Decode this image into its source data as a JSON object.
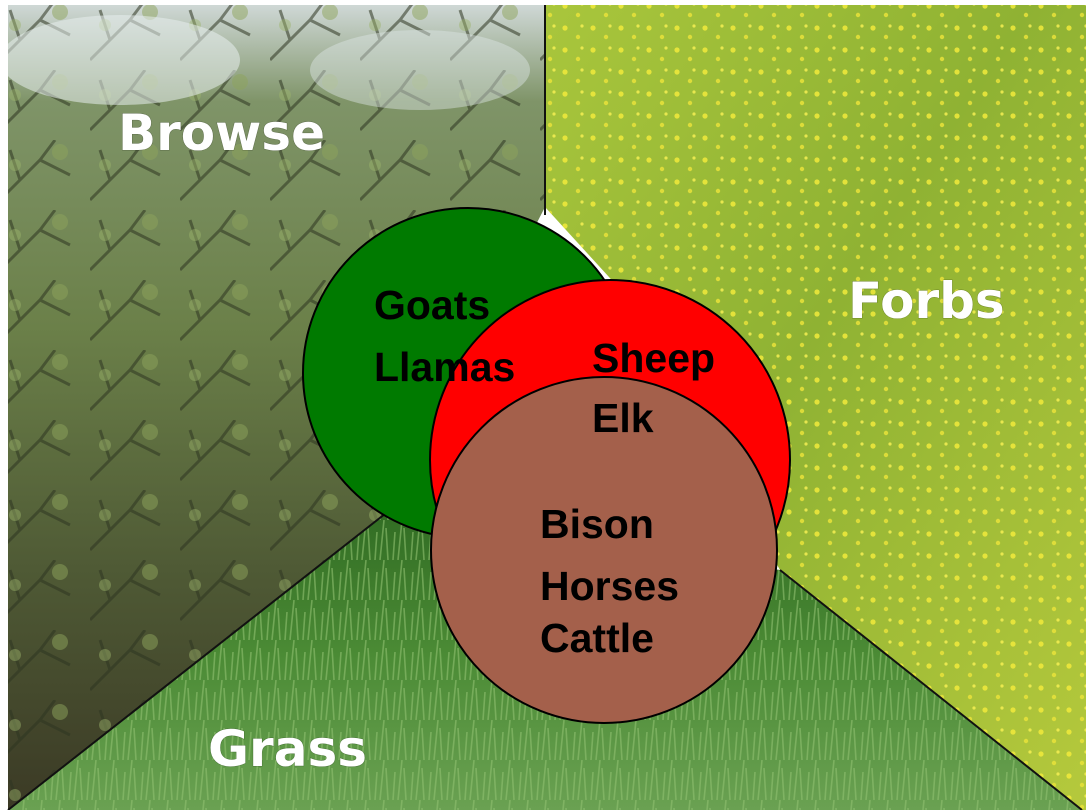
{
  "regions": {
    "browse": "Browse",
    "forbs": "Forbs",
    "grass": "Grass"
  },
  "circles": {
    "green": {
      "lines": [
        "Goats",
        "Llamas"
      ],
      "color": "#007a00"
    },
    "red": {
      "lines": [
        "Sheep",
        "Elk"
      ],
      "color": "#ff0000"
    },
    "brown": {
      "lines": [
        "Bison",
        "Horses",
        "Cattle"
      ],
      "color": "#a4604b"
    }
  },
  "colors": {
    "browse_bg": "#5e7440",
    "forbs_bg": "#8db437",
    "forbs_flowers": "#e2df3a",
    "grass_bg": "#3d7a2a"
  }
}
